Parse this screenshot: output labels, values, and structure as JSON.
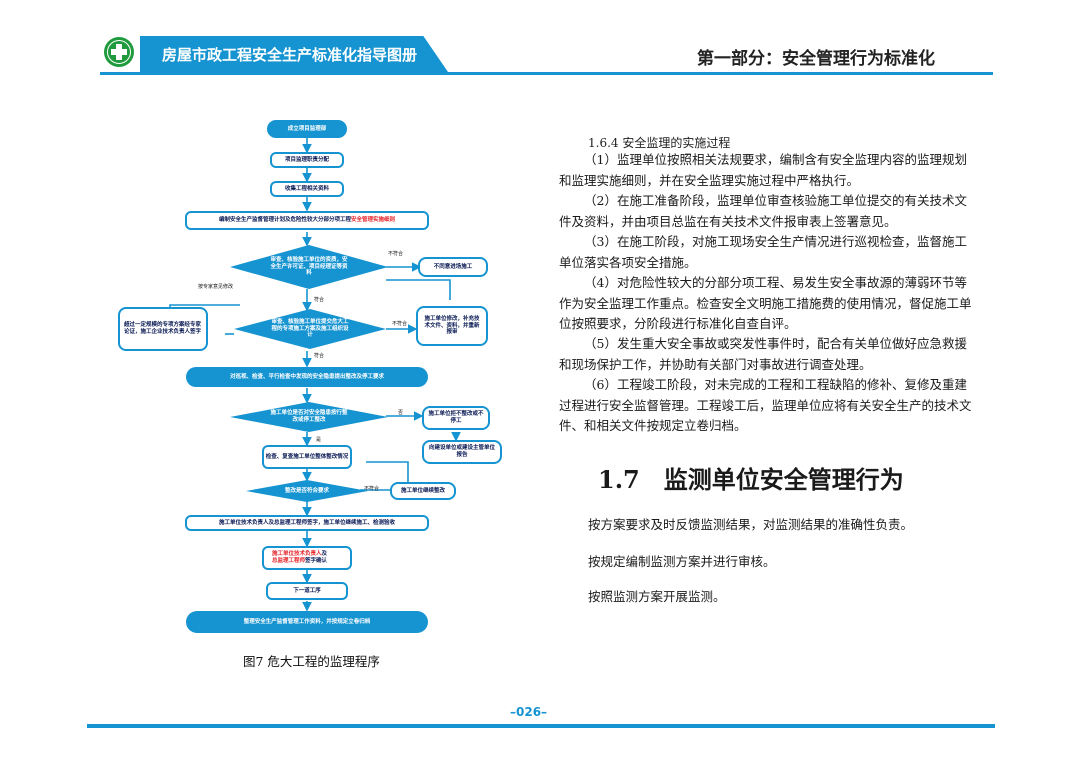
{
  "header": {
    "book_title": "房屋市政工程安全生产标准化指导图册",
    "part_title": "第一部分：安全管理行为标准化"
  },
  "colors": {
    "accent": "#1694d1",
    "logo_green": "#1f9a3d",
    "highlight_red": "#e5262b",
    "text_dark": "#1a1a1a"
  },
  "flowchart": {
    "n1": "成立项目监理部",
    "n2": "项目监理职责分配",
    "n3": "收集工程相关资料",
    "n4a": "编制安全生产监督管理计划及危险性较大分部分项工程",
    "n4b": "安全管理实施细则",
    "d1": "审查、核验施工单位的资质，安全生产许可证、项目经理证等资料",
    "r1": "不同意进场施工",
    "l1": "按专家意见修改",
    "lb1": "不符合",
    "lb2": "符合",
    "left1": "超过一定规模的专项方案经专家论证，施工企业技术负责人签字",
    "d2": "审查、核验施工单位提交危大工程的专项施工方案及施工组织设计",
    "r2": "施工单位修改，补充技术文件、资料，并重新报审",
    "lb3": "不符合",
    "lb4": "符合",
    "n5": "对巡视、检查、平行检查中发现的安全隐患提出整改及停工要求",
    "d3": "施工单位是否对安全隐患按行整改或停工整改",
    "lb5": "否",
    "r3": "施工单位拒不整改或不停工",
    "r4": "向建设单位或建设主管单位报告",
    "lb6": "是",
    "n6": "检查、复查施工单位整体整改情况",
    "d4": "整改是否符合要求",
    "lb7": "不符合",
    "r5": "施工单位继续整改",
    "n7": "施工单位技术负责人及总监理工程师签字，施工单位继续施工、检测验收",
    "n8a": "施工单位技术负责人",
    "n8b": "及",
    "n8c": "总监理工程师",
    "n8d": "签字确认",
    "n9": "下一道工序",
    "n10": "整理安全生产监督管理工作资料，并按规定立卷归档",
    "caption": "图7 危大工程的监理程序"
  },
  "text": {
    "subhead": "1.6.4 安全监理的实施过程",
    "p1": "（1）监理单位按照相关法规要求，编制含有安全监理内容的监理规划和监理实施细则，并在安全监理实施过程中严格执行。",
    "p2": "（2）在施工准备阶段，监理单位审查核验施工单位提交的有关技术文件及资料，并由项目总监在有关技术文件报审表上签署意见。",
    "p3": "（3）在施工阶段，对施工现场安全生产情况进行巡视检查，监督施工单位落实各项安全措施。",
    "p4": "（4）对危险性较大的分部分项工程、易发生安全事故源的薄弱环节等作为安全监理工作重点。检查安全文明施工措施费的使用情况，督促施工单位按照要求，分阶段进行标准化自查自评。",
    "p5": "（5）发生重大安全事故或突发性事件时，配合有关单位做好应急救援和现场保护工作，并协助有关部门对事故进行调查处理。",
    "p6": "（6）工程竣工阶段，对未完成的工程和工程缺陷的修补、复修及重建过程进行安全监督管理。工程竣工后，监理单位应将有关安全生产的技术文件、和相关文件按规定立卷归档。",
    "section_title": "1.7　监测单位安全管理行为",
    "s1": "按方案要求及时反馈监测结果，对监测结果的准确性负责。",
    "s2": "按规定编制监测方案并进行审核。",
    "s3": "按照监测方案开展监测。"
  },
  "footer": {
    "page_number": "–026–"
  }
}
